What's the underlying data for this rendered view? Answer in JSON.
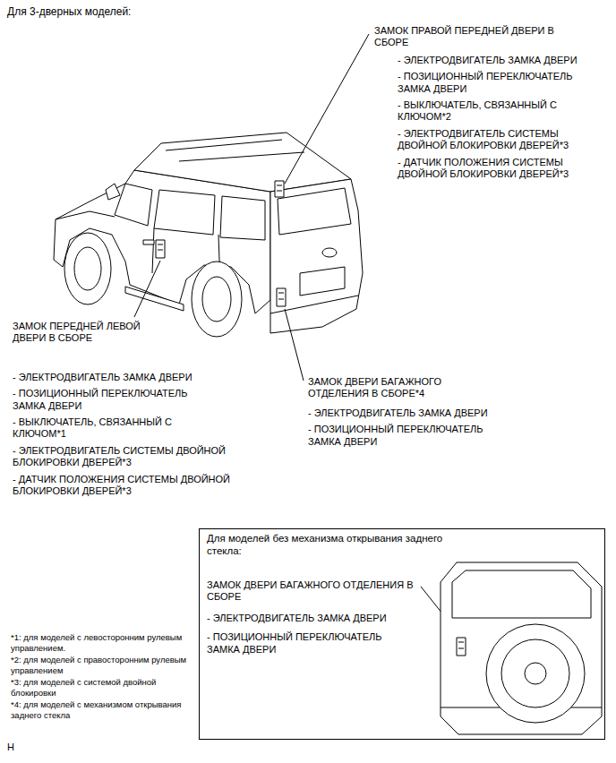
{
  "diagram": {
    "title": "Для 3-дверных моделей:",
    "nodes": [
      {
        "text": [
          "Для моделей без механизма открывания заднего стекла:",
          "ЗАМОК ДВЕРИ БАГАЖНОГО ОТДЕЛЕНИЯ В СБОРЕ",
          "- ЭЛЕКТРОДВИГАТЕЛЬ ЗАМКА ДВЕРИ",
          "- ПОЗИЦИОННЫЙ ПЕРЕКЛЮЧАТЕЛЬ ЗАМКА ДВЕРИ"
        ]
      }
    ],
    "labels": [
      "ЗАМОК ПРАВОЙ ПЕРЕДНЕЙ ДВЕРИ В СБОРЕ",
      "- ЭЛЕКТРОДВИГАТЕЛЬ ЗАМКА ДВЕРИ",
      "- ПОЗИЦИОННЫЙ ПЕРЕКЛЮЧАТЕЛЬ ЗАМКА ДВЕРИ",
      "- ВЫКЛЮЧАТЕЛЬ, СВЯЗАННЫЙ С КЛЮЧОМ*2",
      "- ЭЛЕКТРОДВИГАТЕЛЬ СИСТЕМЫ ДВОЙНОЙ БЛОКИРОВКИ ДВЕРЕЙ*3",
      "- ДАТЧИК ПОЛОЖЕНИЯ СИСТЕМЫ ДВОЙНОЙ БЛОКИРОВКИ ДВЕРЕЙ*3",
      "ЗАМОК ПЕРЕДНЕЙ ЛЕВОЙ ДВЕРИ В СБОРЕ",
      "- ЭЛЕКТРОДВИГАТЕЛЬ ЗАМКА ДВЕРИ",
      "- ПОЗИЦИОННЫЙ ПЕРЕКЛЮЧАТЕЛЬ ЗАМКА ДВЕРИ",
      "- ВЫКЛЮЧАТЕЛЬ, СВЯЗАННЫЙ С КЛЮЧОМ*1",
      "- ЭЛЕКТРОДВИГАТЕЛЬ СИСТЕМЫ ДВОЙНОЙ БЛОКИРОВКИ ДВЕРЕЙ*3",
      "- ДАТЧИК ПОЛОЖЕНИЯ СИСТЕМЫ ДВОЙНОЙ БЛОКИРОВКИ ДВЕРЕЙ*3",
      "ЗАМОК ДВЕРИ БАГАЖНОГО ОТДЕЛЕНИЯ В СБОРЕ*4",
      "- ЭЛЕКТРОДВИГАТЕЛЬ ЗАМКА ДВЕРИ",
      "- ПОЗИЦИОННЫЙ ПЕРЕКЛЮЧАТЕЛЬ ЗАМКА ДВЕРИ",
      "*1: для моделей с левосторонним рулевым управлением.",
      "*2: для моделей с правосторонним рулевым управлением",
      "*3: для моделей с системой двойной блокировки",
      "*4: для моделей с механизмом открывания заднего стекла",
      "H"
    ]
  }
}
